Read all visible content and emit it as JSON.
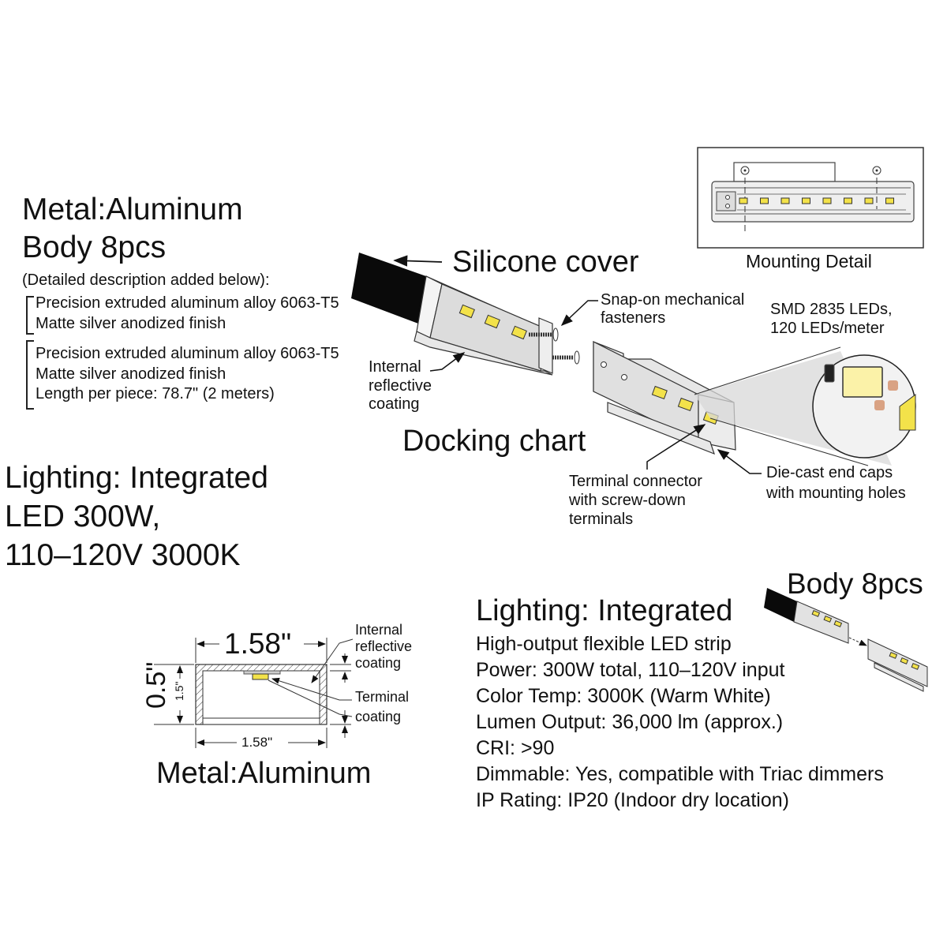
{
  "header": {
    "material_title": "Metal:Aluminum",
    "body_count": "Body 8pcs",
    "description_intro": "(Detailed description added below):"
  },
  "description_groups": [
    {
      "lines": [
        "Precision extruded aluminum alloy 6063-T5",
        "Matte silver anodized finish"
      ]
    },
    {
      "lines": [
        "Precision extruded aluminum alloy 6063-T5",
        "Matte silver anodized finish",
        "Length per piece: 78.7\" (2 meters)"
      ]
    }
  ],
  "lighting_summary": {
    "lines": [
      "Lighting: Integrated",
      "LED 300W,",
      "110–120V  3000K"
    ]
  },
  "mounting_detail": {
    "caption": "Mounting Detail",
    "led_count": 8
  },
  "assembly": {
    "silicone_cover": "Silicone cover",
    "snap_on_fasteners": [
      "Snap-on mechanical",
      "fasteners"
    ],
    "smd_leds": [
      "SMD 2835 LEDs,",
      "120 LEDs/meter"
    ],
    "internal_reflective": [
      "Internal",
      "reflective",
      "coating"
    ],
    "docking_chart": "Docking chart",
    "terminal_connector": [
      "Terminal connector",
      "with screw-down",
      "terminals"
    ],
    "die_cast": [
      "Die-cast end caps",
      "with mounting holes"
    ]
  },
  "cross_section": {
    "width_top": "1.58\"",
    "width_bottom": "1.58\"",
    "height_outer": "0.5\"",
    "height_inner": "1.5\"",
    "label_internal": [
      "Internal",
      "reflective",
      "coating"
    ],
    "label_terminal": [
      "Terminal",
      "coating"
    ],
    "caption": "Metal:Aluminum"
  },
  "specs": {
    "body_label": "Body 8pcs",
    "title": "Lighting: Integrated",
    "lines": [
      "High-output flexible LED strip",
      "Power: 300W total, 110–120V input",
      "Color Temp: 3000K (Warm White)",
      "Lumen Output: 36,000 lm (approx.)",
      "CRI: >90",
      "Dimmable: Yes, compatible with Triac dimmers",
      "IP Rating: IP20 (Indoor dry location)"
    ]
  },
  "colors": {
    "led_yellow": "#f3e24a",
    "led_warm": "#fbf2a8",
    "pad_copper": "#d9a283",
    "cover_black": "#0a0a0a",
    "metal_light": "#e8e8e8",
    "metal_mid": "#d2d2d2"
  }
}
